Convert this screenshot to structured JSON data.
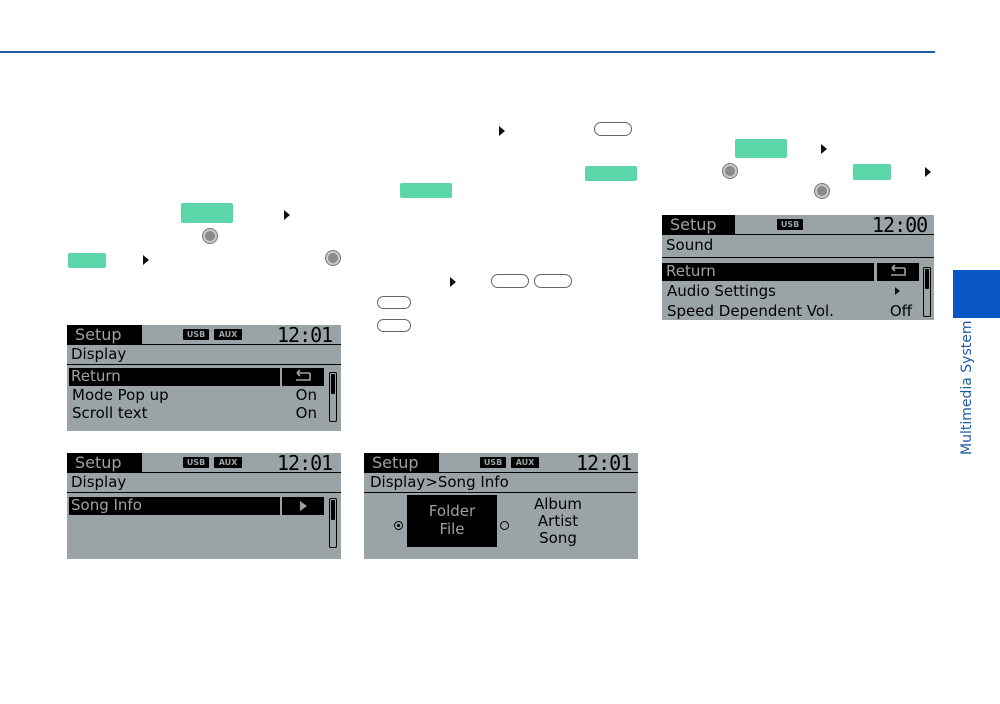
{
  "page": {
    "side_tab_label": "Multimedia System"
  },
  "screen1": {
    "title": "Setup",
    "badges": [
      "USB",
      "AUX"
    ],
    "clock": "12:01",
    "subtitle": "Display",
    "items": [
      {
        "label": "Return",
        "value": "",
        "selected": true
      },
      {
        "label": "Mode Pop up",
        "value": "On"
      },
      {
        "label": "Scroll text",
        "value": "On"
      }
    ],
    "return_icon": "return-arrow-icon"
  },
  "screen2": {
    "title": "Setup",
    "badges": [
      "USB",
      "AUX"
    ],
    "clock": "12:01",
    "subtitle": "Display",
    "items": [
      {
        "label": "Song Info",
        "selected": true
      }
    ],
    "arrow_icon": "right-triangle-icon"
  },
  "screen3": {
    "title": "Setup",
    "badges": [
      "USB",
      "AUX"
    ],
    "clock": "12:01",
    "breadcrumb": "Display>Song Info",
    "option_selected": [
      "Folder",
      "File"
    ],
    "option_other": [
      "Album",
      "Artist",
      "Song"
    ]
  },
  "screen4": {
    "title": "Setup",
    "badges": [
      "USB"
    ],
    "clock": "12:00",
    "subtitle": "Sound",
    "items": [
      {
        "label": "Return",
        "value": "",
        "selected": true
      },
      {
        "label": "Audio Settings",
        "value": ""
      },
      {
        "label": "Speed Dependent Vol.",
        "value": "Off"
      }
    ]
  },
  "colors": {
    "accent": "#1e5ca8",
    "tab": "#0a57c4",
    "green_button": "#5ad6a8",
    "lcd_bg": "#9aa3a5"
  }
}
